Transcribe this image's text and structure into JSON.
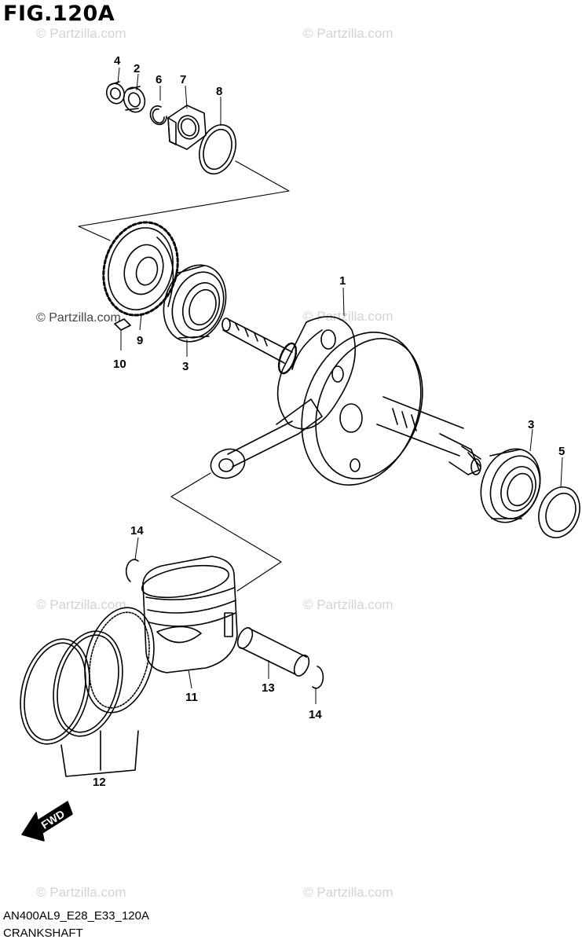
{
  "figure": {
    "title": "FIG.120A"
  },
  "footer": {
    "code": "AN400AL9_E28_E33_120A",
    "name": "CRANKSHAFT"
  },
  "watermark": {
    "text": "© Partzilla.com"
  },
  "direction": {
    "label": "FWD"
  },
  "callouts": {
    "p1": "1",
    "p2": "2",
    "p3a": "3",
    "p3b": "3",
    "p4": "4",
    "p5": "5",
    "p6": "6",
    "p7": "7",
    "p8": "8",
    "p9": "9",
    "p10": "10",
    "p11": "11",
    "p12": "12",
    "p13": "13",
    "p14a": "14",
    "p14b": "14"
  }
}
